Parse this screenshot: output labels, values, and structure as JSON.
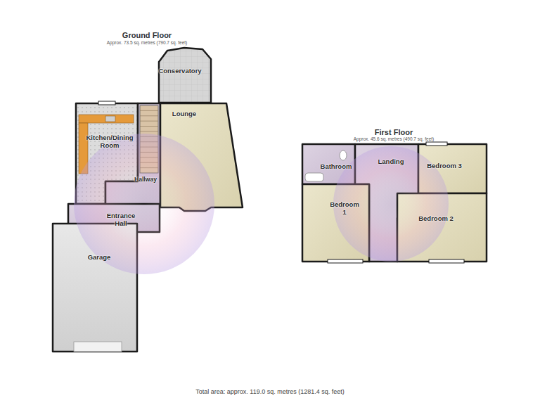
{
  "diagram": {
    "caption": "Total area: approx. 119.0 sq. metres (1281.4 sq. feet)",
    "nodes": [
      {
        "text": [
          "Conservatory"
        ]
      },
      {
        "text": [
          "Kitchen/Dining Room"
        ]
      },
      {
        "text": [
          "Lounge"
        ]
      },
      {
        "text": [
          "Hallway"
        ]
      },
      {
        "text": [
          "Entrance Hall"
        ]
      },
      {
        "text": [
          "Garage"
        ]
      },
      {
        "text": [
          "Bathroom"
        ]
      },
      {
        "text": [
          "Landing"
        ]
      },
      {
        "text": [
          "Bedroom 3"
        ]
      },
      {
        "text": [
          "Bedroom 1"
        ]
      },
      {
        "text": [
          "Bedroom 2"
        ]
      }
    ],
    "labels": [
      "Ground Floor",
      "Approx. 73.5 sq. metres (790.7 sq. feet)",
      "First Floor",
      "Approx. 45.6 sq. metres (490.7 sq. feet)"
    ]
  }
}
